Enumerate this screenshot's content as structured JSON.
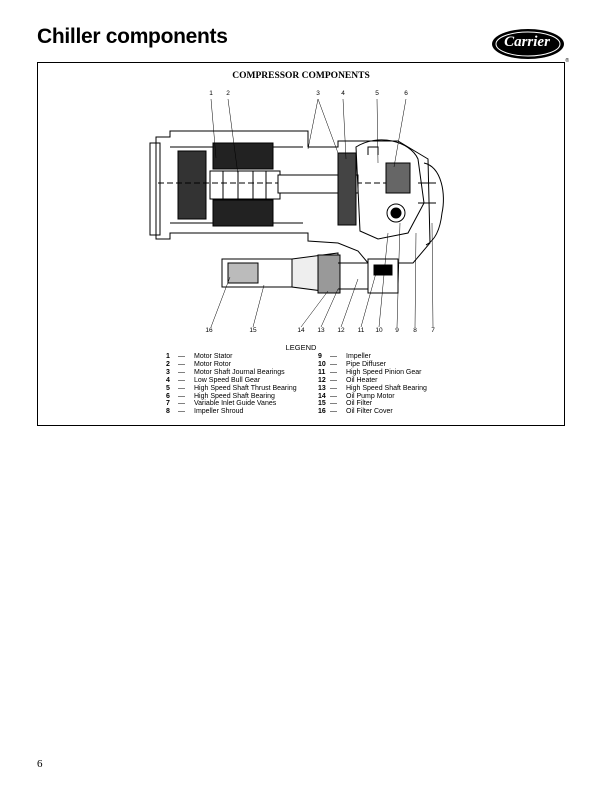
{
  "page_title": "Chiller components",
  "logo_text": "Carrier",
  "logo_mark": "®",
  "figure": {
    "title": "COMPRESSOR COMPONENTS",
    "callouts_top": [
      "1",
      "2",
      "3",
      "4",
      "5",
      "6"
    ],
    "callouts_bottom": [
      "16",
      "15",
      "14",
      "13",
      "12",
      "11",
      "10",
      "9",
      "8",
      "7"
    ],
    "legend_title": "LEGEND",
    "legend_left": [
      {
        "num": "1",
        "dash": "—",
        "label": "Motor Stator"
      },
      {
        "num": "2",
        "dash": "—",
        "label": "Motor Rotor"
      },
      {
        "num": "3",
        "dash": "—",
        "label": "Motor Shaft Journal Bearings"
      },
      {
        "num": "4",
        "dash": "—",
        "label": "Low Speed Bull Gear"
      },
      {
        "num": "5",
        "dash": "—",
        "label": "High Speed Shaft Thrust Bearing"
      },
      {
        "num": "6",
        "dash": "—",
        "label": "High Speed Shaft Bearing"
      },
      {
        "num": "7",
        "dash": "—",
        "label": "Variable Inlet Guide Vanes"
      },
      {
        "num": "8",
        "dash": "—",
        "label": "Impeller Shroud"
      }
    ],
    "legend_right": [
      {
        "num": "9",
        "dash": "—",
        "label": "Impeller"
      },
      {
        "num": "10",
        "dash": "—",
        "label": "Pipe Diffuser"
      },
      {
        "num": "11",
        "dash": "—",
        "label": "High Speed Pinion Gear"
      },
      {
        "num": "12",
        "dash": "—",
        "label": "Oil Heater"
      },
      {
        "num": "13",
        "dash": "—",
        "label": "High Speed Shaft Bearing"
      },
      {
        "num": "14",
        "dash": "—",
        "label": "Oil Pump Motor"
      },
      {
        "num": "15",
        "dash": "—",
        "label": "Oil Filter"
      },
      {
        "num": "16",
        "dash": "—",
        "label": "Oil Filter Cover"
      }
    ]
  },
  "page_number": "6"
}
